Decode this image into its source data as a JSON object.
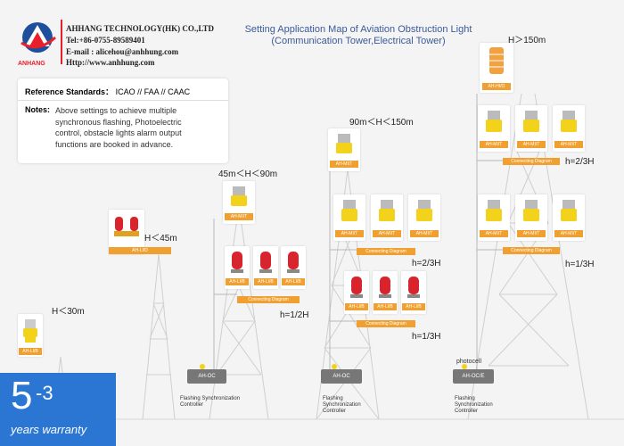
{
  "company": {
    "logo_text": "ANHANG",
    "name": "AHHANG TECHNOLOGY(HK) CO.,LTD",
    "tel": "Tel:+86-0755-89589401",
    "email": "E-mail : alicehou@anhhung.com",
    "web": "Http://www.anhhung.com"
  },
  "title": {
    "line1": "Setting Application Map of Aviation Obstruction Light",
    "line2": "(Communication Tower,Electrical Tower)"
  },
  "notes_panel": {
    "ref_label": "Reference Standards：",
    "ref_value": "ICAO // FAA // CAAC",
    "notes_label": "Notes:",
    "notes_lines": [
      "Above settings to achieve multiple",
      "synchronous flashing, Photoelectric",
      "control, obstacle lights alarm output",
      "functions are booked in advance."
    ]
  },
  "towers": {
    "t1": {
      "height_label": "H＜30m",
      "light_tag": "AH-LI/B"
    },
    "t2": {
      "height_label": "H＜45m",
      "light_tag": "AH-LI/D"
    },
    "t3": {
      "height_label": "45m＜H＜90m",
      "top_tag": "AH-MI/T",
      "low_tags": [
        "AH-LI/B",
        "AH-LI/B",
        "AH-LI/B"
      ],
      "connect": "Connecting Diagram",
      "ratio": "h=1/2H",
      "ctrl": "AH-OC",
      "ctrl_label": [
        "Flashing Synchronization",
        "Controller"
      ]
    },
    "t4": {
      "height_label": "90m＜H＜150m",
      "top_tag": "AH-MI/T",
      "mid_tags": [
        "AH-MI/T",
        "AH-MI/T",
        "AH-MI/T"
      ],
      "low_tags": [
        "AH-LI/B",
        "AH-LI/B",
        "AH-LI/B"
      ],
      "connect1": "Connecting Diagram",
      "connect2": "Connecting Diagram",
      "ratio1": "h=2/3H",
      "ratio2": "h=1/3H",
      "ctrl": "AH-OC",
      "ctrl_label": [
        "Flashing",
        "Synchronization",
        "Controller"
      ]
    },
    "t5": {
      "height_label": "H＞150m",
      "top_tag": "AH-HI/O",
      "upper_tags": [
        "AH-MI/T",
        "AH-MI/T",
        "AH-MI/T"
      ],
      "lower_tags": [
        "AH-MI/T",
        "AH-MI/T",
        "AH-MI/T"
      ],
      "connect1": "Connecting Diagram",
      "connect2": "Connecting Diagram",
      "ratio1": "h=2/3H",
      "ratio2": "h=1/3H",
      "photocell": "photocell",
      "ctrl": "AH-OC/E",
      "ctrl_label": [
        "Flashing",
        "Synchronization",
        "Controller"
      ]
    }
  },
  "warranty": {
    "big": "5",
    "sup": "-3",
    "text": "years warranty"
  }
}
